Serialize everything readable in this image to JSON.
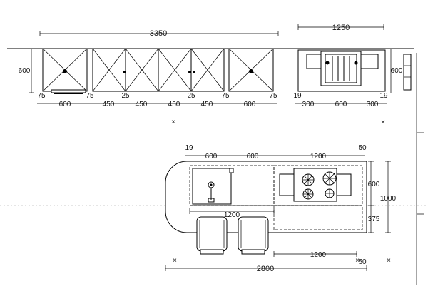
{
  "title": "",
  "wall_upper": {
    "overall": "3350",
    "depth": "600",
    "segments": [
      {
        "label": "75"
      },
      {
        "label": "600"
      },
      {
        "label": "75"
      },
      {
        "label": "450"
      },
      {
        "label": "25"
      },
      {
        "label": "450"
      },
      {
        "label": "450"
      },
      {
        "label": "25"
      },
      {
        "label": "450"
      },
      {
        "label": "75"
      },
      {
        "label": "600"
      },
      {
        "label": "75"
      }
    ]
  },
  "wall_right": {
    "overall": "1250",
    "depth": "600",
    "segments": [
      {
        "label": "19"
      },
      {
        "label": "300"
      },
      {
        "label": "600"
      },
      {
        "label": "300"
      },
      {
        "label": "19"
      }
    ]
  },
  "island": {
    "top_dims": [
      {
        "label": "19"
      },
      {
        "label": "600"
      },
      {
        "label": "600"
      },
      {
        "label": "1200"
      },
      {
        "label": "50"
      }
    ],
    "side_dims": [
      {
        "label": "600"
      },
      {
        "label": "1000"
      },
      {
        "label": "375"
      }
    ],
    "inner_dim": "1200",
    "bottom_inner": "1200",
    "bottom_overall": "2800",
    "bottom_right": "50"
  }
}
